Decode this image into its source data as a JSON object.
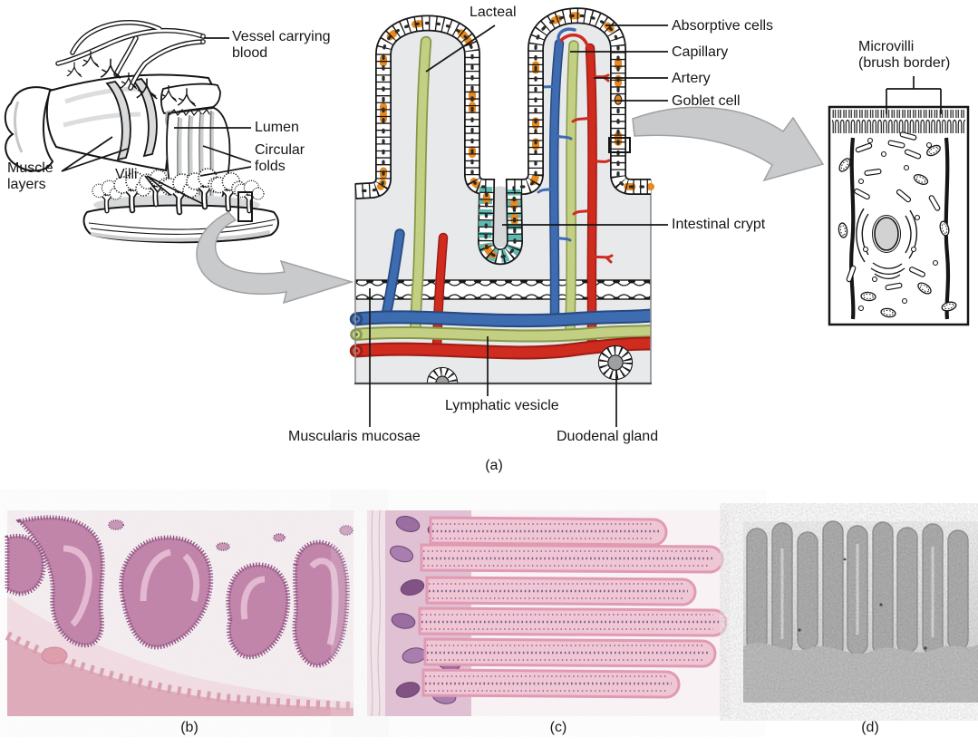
{
  "figure": {
    "panel_a": {
      "caption": "(a)",
      "labels": {
        "vessel_carrying_blood": "Vessel carrying blood",
        "lumen": "Lumen",
        "circular_folds": "Circular folds",
        "muscle_layers": "Muscle layers",
        "villi": "Villi",
        "lacteal": "Lacteal",
        "absorptive_cells": "Absorptive cells",
        "capillary": "Capillary",
        "artery": "Artery",
        "goblet_cell": "Goblet cell",
        "intestinal_crypt": "Intestinal crypt",
        "microvilli": "Microvilli\n(brush border)",
        "lymphatic_vesicle": "Lymphatic vesicle",
        "muscularis_mucosae": "Muscularis mucosae",
        "duodenal_gland": "Duodenal gland"
      }
    },
    "panel_b": {
      "caption": "(b)"
    },
    "panel_c": {
      "caption": "(c)"
    },
    "panel_d": {
      "caption": "(d)"
    },
    "colors": {
      "artery": "#cf2b1e",
      "artery_dark": "#9c1d15",
      "vein": "#3d6cb1",
      "vein_dark": "#27497f",
      "lymph": "#c3cf83",
      "lymph_dark": "#86984a",
      "goblet": "#e8891d",
      "crypt": "#54b6ad",
      "body_gray": "#e8e9eb",
      "arrow_gray": "#c9cacc",
      "ink": "#161616"
    }
  }
}
